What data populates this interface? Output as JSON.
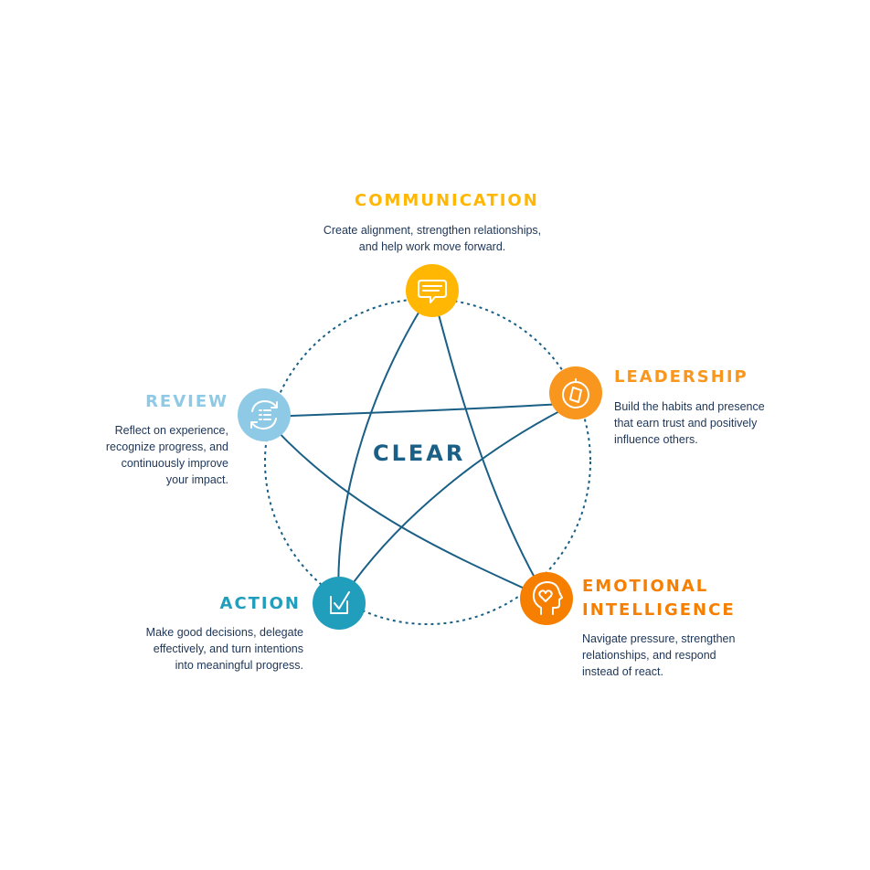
{
  "center": {
    "label": "CLEAR"
  },
  "colors": {
    "line": "#1a5f85",
    "communication": "#ffb703",
    "leadership": "#f8961e",
    "emotional": "#f77f00",
    "action": "#219ebc",
    "review": "#8ecae6",
    "text": "#1d3557"
  },
  "nodes": [
    {
      "id": "communication",
      "icon": "speech-bubble-icon",
      "title": [
        "COMMUNICATION"
      ],
      "desc": [
        "Create alignment, strengthen relationships,",
        "and help work move forward."
      ]
    },
    {
      "id": "leadership",
      "icon": "compass-icon",
      "title": [
        "LEADERSHIP"
      ],
      "desc": [
        "Build the habits and presence",
        "that earn trust and positively",
        "influence others."
      ]
    },
    {
      "id": "emotional",
      "icon": "head-heart-icon",
      "title": [
        "EMOTIONAL",
        "INTELLIGENCE"
      ],
      "desc": [
        "Navigate pressure, strengthen",
        "relationships, and respond",
        "instead of react."
      ]
    },
    {
      "id": "action",
      "icon": "checkbox-icon",
      "title": [
        "ACTION"
      ],
      "desc": [
        "Make good decisions, delegate",
        "effectively, and turn intentions",
        "into meaningful progress."
      ]
    },
    {
      "id": "review",
      "icon": "cycle-list-icon",
      "title": [
        "REVIEW"
      ],
      "desc": [
        "Reflect on experience,",
        "recognize progress, and",
        "continuously improve",
        "your impact."
      ]
    }
  ]
}
